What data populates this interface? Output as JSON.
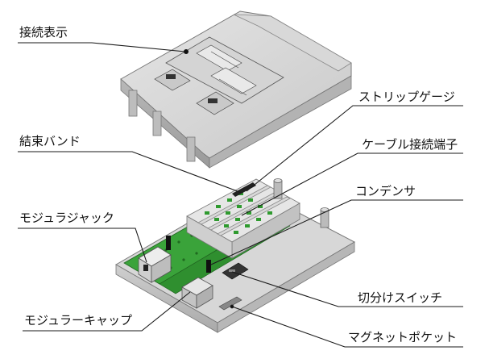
{
  "labels": {
    "connection_display": "接続表示",
    "cable_band": "結束バンド",
    "modular_jack": "モジュラジャック",
    "modular_cap": "モジュラーキャップ",
    "strip_gauge": "ストリップゲージ",
    "cable_terminal": "ケーブル接続端子",
    "condenser": "コンデンサ",
    "switch": "切分けスイッチ",
    "magnet_pocket": "マグネットポケット"
  },
  "colors": {
    "line": "#1a1a1a",
    "casing": "#cfcfcf",
    "pcb": "#3aa33a"
  }
}
